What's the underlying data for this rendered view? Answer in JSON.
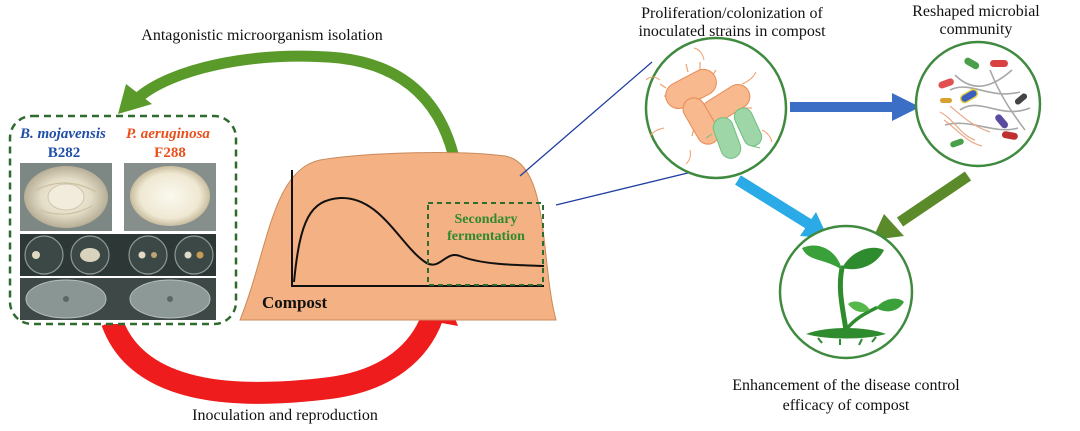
{
  "labels": {
    "top_arrow": "Antagonistic microorganism isolation",
    "bottom_arrow": "Inoculation and reproduction",
    "strain1_name": "B. mojavensis",
    "strain1_code": "B282",
    "strain2_name": "P. aeruginosa",
    "strain2_code": "F288",
    "secondary_line1": "Secondary",
    "secondary_line2": "fermentation",
    "compost": "Compost",
    "proliferation_line1": "Proliferation/colonization of",
    "proliferation_line2": "inoculated strains in compost",
    "reshaped_line1": "Reshaped microbial",
    "reshaped_line2": "community",
    "enhancement_line1": "Enhancement of the disease control",
    "enhancement_line2": "efficacy of compost"
  },
  "colors": {
    "green_arrow": "#5a9a2a",
    "red_arrow": "#ee1c1c",
    "dashed_green": "#2f6b2f",
    "compost_fill": "#f4b183",
    "strain1_text": "#1f4ea8",
    "strain2_text": "#e8501c",
    "secondary_text": "#2f8a2f",
    "circle_stroke": "#3f8a3f",
    "blue_arrow": "#3b6fc6",
    "light_blue_arrow": "#2aaae6",
    "dark_green_arrow": "#5b8a2a",
    "cell_orange": "#f8b98e",
    "cell_green": "#9fd6a8",
    "connector_blue": "#1f3fa0"
  },
  "icons": {
    "plant": "sprout-icon",
    "bacteria": "bacteria-cells-icon",
    "community": "microbial-community-icon"
  }
}
